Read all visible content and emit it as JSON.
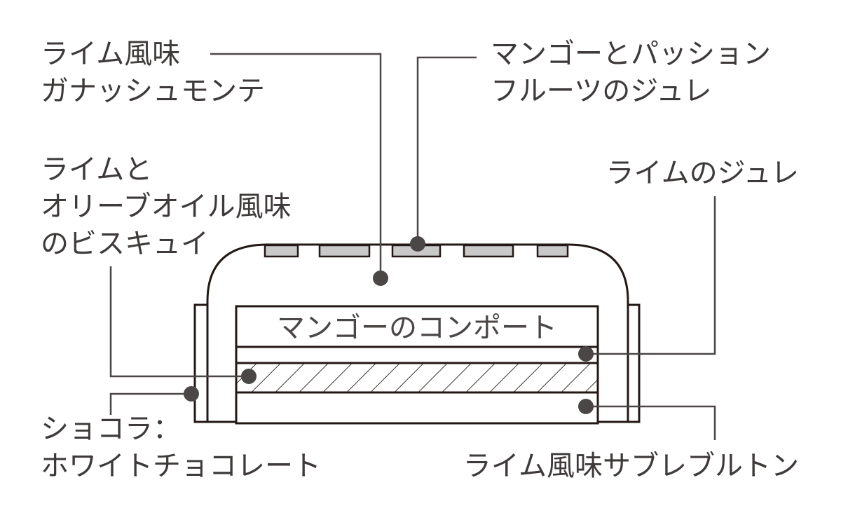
{
  "labels": {
    "lime_ganache": [
      "ライム風味",
      "ガナッシュモンテ"
    ],
    "mango_jelly": [
      "マンゴーとパッション",
      "フルーツのジュレ"
    ],
    "biscuit": [
      "ライムと",
      "オリーブオイル風味",
      "のビスキュイ"
    ],
    "lime_jelly": "ライムのジュレ",
    "chocolate": [
      "ショコラ：",
      "ホワイトチョコレート"
    ],
    "sable": "ライム風味サブレブルトン",
    "compote": "マンゴーのコンポート"
  }
}
